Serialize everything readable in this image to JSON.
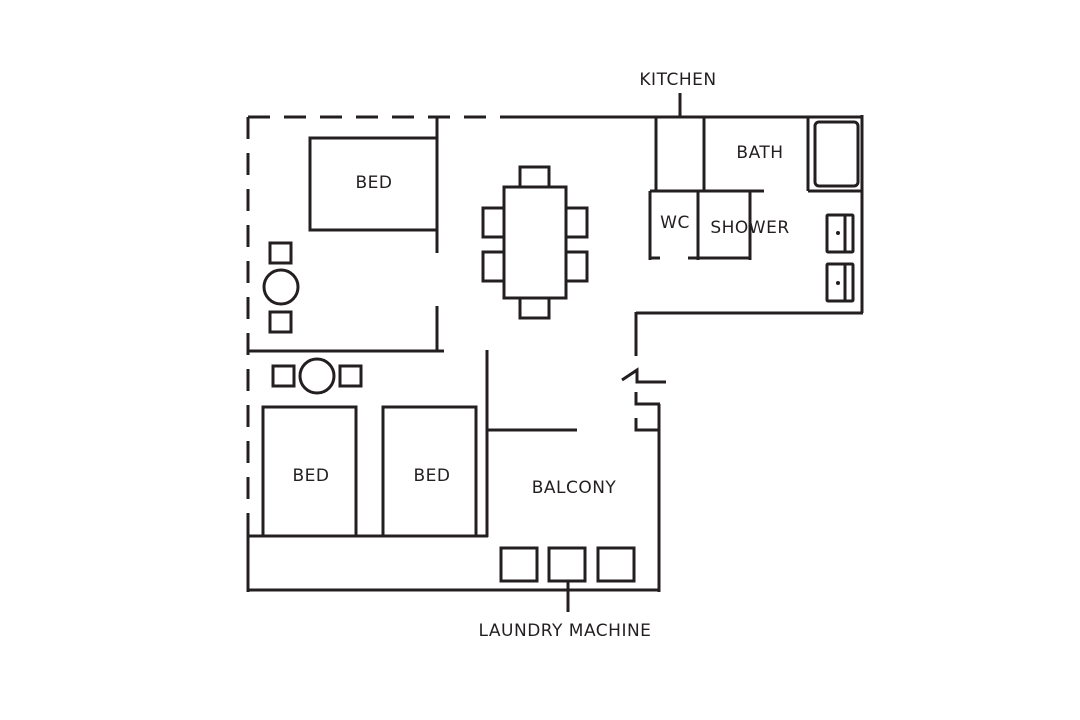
{
  "labels": {
    "kitchen": "KITCHEN",
    "bath": "BATH",
    "wc": "WC",
    "shower": "SHOWER",
    "bed_top": "BED",
    "bed_left": "BED",
    "bed_right": "BED",
    "balcony": "BALCONY",
    "laundry": "LAUNDRY MACHINE"
  },
  "colors": {
    "line": "#231f20",
    "background": "#ffffff"
  }
}
